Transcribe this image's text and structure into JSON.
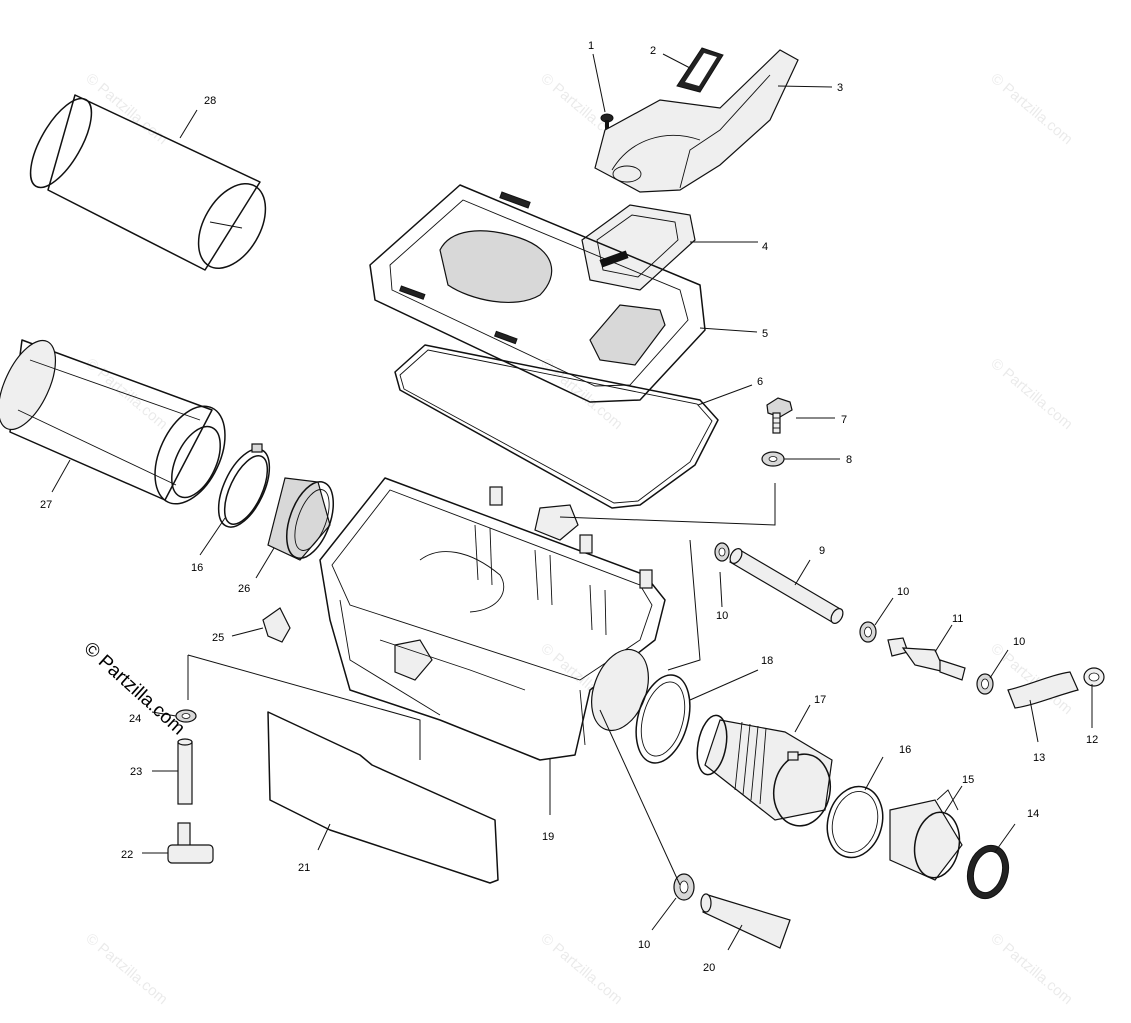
{
  "watermark": "© Partzilla.com",
  "credit": "© Partzilla.com",
  "callouts": [
    {
      "id": "c1",
      "text": "1"
    },
    {
      "id": "c2",
      "text": "2"
    },
    {
      "id": "c3",
      "text": "3"
    },
    {
      "id": "c4",
      "text": "4"
    },
    {
      "id": "c5",
      "text": "5"
    },
    {
      "id": "c6",
      "text": "6"
    },
    {
      "id": "c7",
      "text": "7"
    },
    {
      "id": "c8",
      "text": "8"
    },
    {
      "id": "c9",
      "text": "9"
    },
    {
      "id": "c10a",
      "text": "10"
    },
    {
      "id": "c10b",
      "text": "10"
    },
    {
      "id": "c10c",
      "text": "10"
    },
    {
      "id": "c10d",
      "text": "10"
    },
    {
      "id": "c11",
      "text": "11"
    },
    {
      "id": "c12",
      "text": "12"
    },
    {
      "id": "c13",
      "text": "13"
    },
    {
      "id": "c14",
      "text": "14"
    },
    {
      "id": "c15",
      "text": "15"
    },
    {
      "id": "c16a",
      "text": "16"
    },
    {
      "id": "c16b",
      "text": "16"
    },
    {
      "id": "c17",
      "text": "17"
    },
    {
      "id": "c18",
      "text": "18"
    },
    {
      "id": "c19",
      "text": "19"
    },
    {
      "id": "c20",
      "text": "20"
    },
    {
      "id": "c21",
      "text": "21"
    },
    {
      "id": "c22",
      "text": "22"
    },
    {
      "id": "c23",
      "text": "23"
    },
    {
      "id": "c24",
      "text": "24"
    },
    {
      "id": "c25",
      "text": "25"
    },
    {
      "id": "c26",
      "text": "26"
    },
    {
      "id": "c27",
      "text": "27"
    },
    {
      "id": "c28",
      "text": "28"
    }
  ]
}
